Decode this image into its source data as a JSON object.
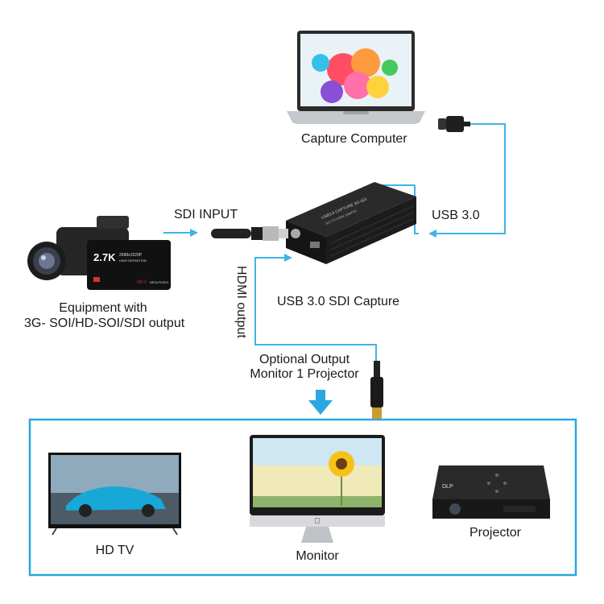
{
  "labels": {
    "capture_computer": "Capture  Computer",
    "sdi_input": "SDI  INPUT",
    "usb30": "USB 3.0",
    "hdmi_output": "HDMI output",
    "usb30_sdi_capture": "USB 3.0 SDI Capture",
    "equipment_line1": "Equipment with",
    "equipment_line2": "3G- SOI/HD-SOI/SDI output",
    "optional_line1": "Optional Output",
    "optional_line2": "Monitor 1 Projector",
    "hd_tv": "HD TV",
    "monitor": "Monitor",
    "projector": "Projector"
  },
  "device_text": {
    "capture_box_line1": "USB3.0 CAPTURE 3G-SDI",
    "capture_box_line2": "SDI TO HDMI 1080P60",
    "camera_resolution": "2.7K",
    "camera_res_detail": "2688x1520P",
    "camera_hd": "HIGH DEFINITION",
    "camera_mega": "48.0",
    "camera_megapixels": "MEGA PIXELS",
    "projector_logo": "DLP"
  },
  "colors": {
    "accent_blue": "#2aa7e0",
    "line_blue": "#3eb3e6"
  }
}
